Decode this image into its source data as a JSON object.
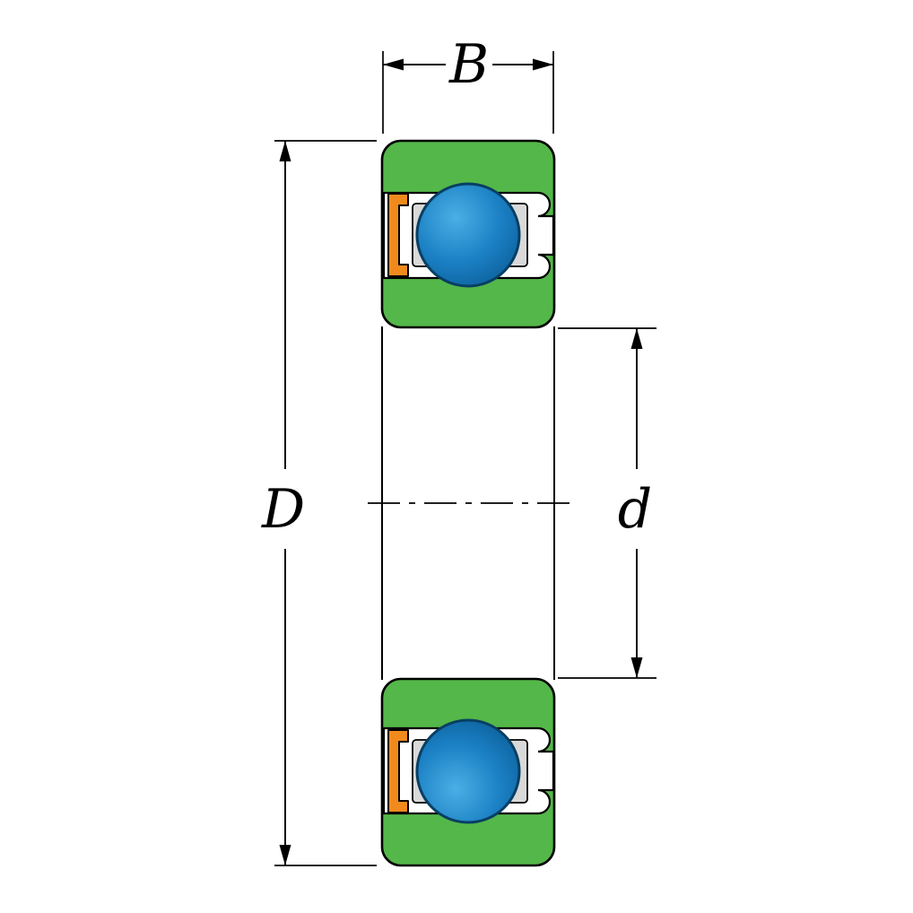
{
  "figure": {
    "labels": {
      "width": "B",
      "outer_diameter": "D",
      "bore": "d"
    }
  },
  "colors": {
    "ring_green": "#54b749",
    "race_gray": "#d9d9d9",
    "seal_orange": "#f18a1d",
    "ball_highlight": "#4aafe4",
    "ball_mid": "#1b80c4",
    "ball_shadow": "#0b5d97",
    "outline": "#000000",
    "background": "#ffffff"
  }
}
